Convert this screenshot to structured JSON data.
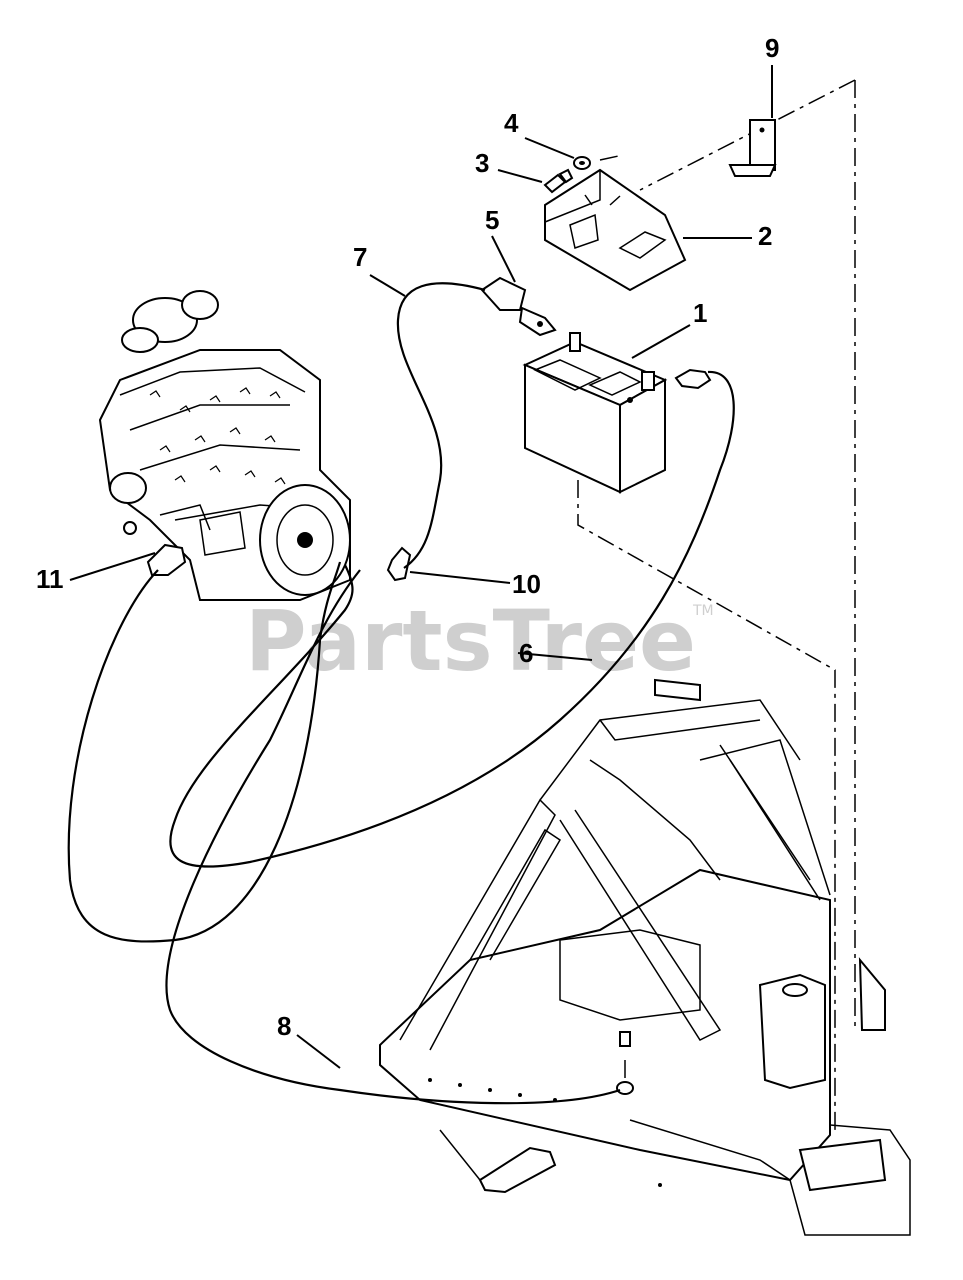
{
  "watermark": {
    "text": "PartsTree",
    "tm": "TM"
  },
  "callouts": {
    "c1": "1",
    "c2": "2",
    "c3": "3",
    "c4": "4",
    "c5": "5",
    "c6": "6",
    "c7": "7",
    "c8": "8",
    "c9": "9",
    "c10": "10",
    "c11": "11"
  },
  "parts": {
    "battery": "battery",
    "battery_cover": "battery cover",
    "bolt": "bolt",
    "washer": "washer",
    "cable_boot": "terminal boot",
    "positive_cable": "cable",
    "ground_cable": "cable",
    "engine_ground_cable": "cable",
    "bracket": "bracket",
    "cable_clip": "clip",
    "starter": "starter",
    "engine": "engine",
    "frame": "frame"
  }
}
